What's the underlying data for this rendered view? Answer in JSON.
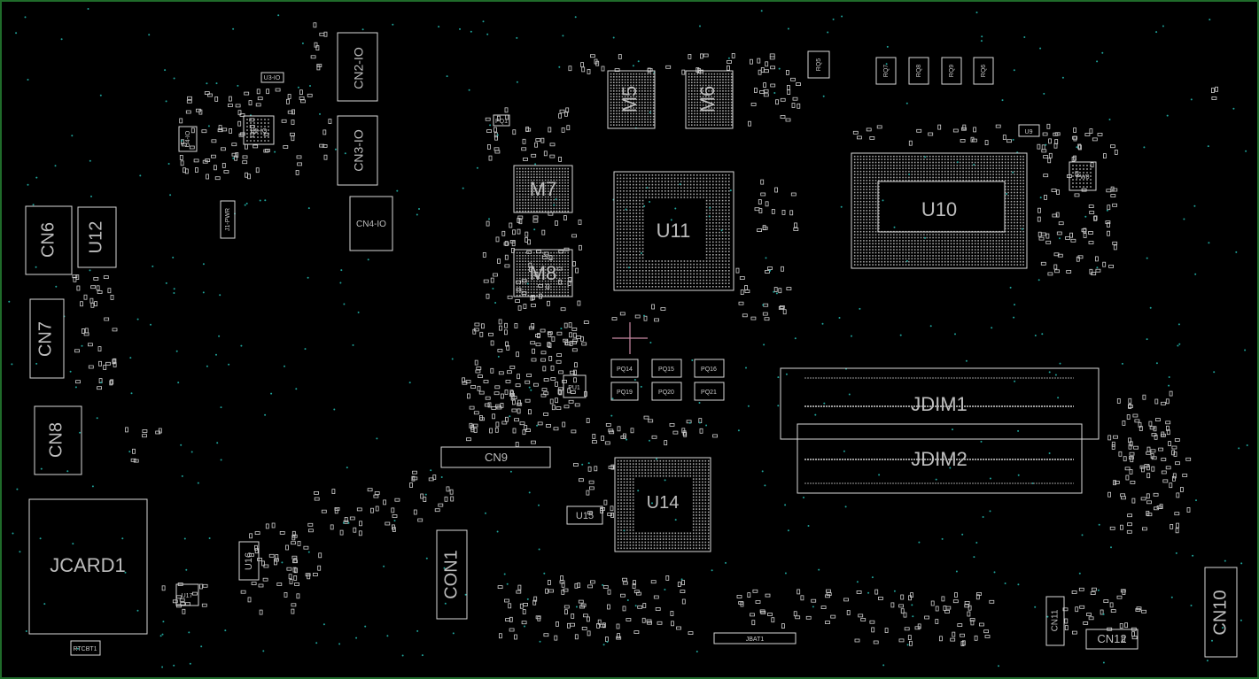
{
  "board": {
    "components": {
      "cn2_io": "CN2-IO",
      "cn3_io": "CN3-IO",
      "cn4_io": "CN4-IO",
      "u3_io": "U3-IO",
      "u5_io": "U5-IO",
      "u4_io": "U4-IO",
      "j1_pwr": "J1-PWR",
      "cn6": "CN6",
      "u12": "U12",
      "cn7": "CN7",
      "cn8": "CN8",
      "jcard1": "JCARD1",
      "rtcbt1": "RTCBT1",
      "u16": "U16",
      "u17": "U17",
      "m5": "M5",
      "m6": "M6",
      "m7": "M7",
      "m8": "M8",
      "u11": "U11",
      "u10": "U10",
      "u9": "U9",
      "pw8": "PW8",
      "rq5": "RQ5",
      "rq6": "RQ6",
      "rq7": "RQ7",
      "rq8": "RQ8",
      "rq9": "RQ9",
      "pq14": "PQ14",
      "pq15": "PQ15",
      "pq16": "PQ16",
      "pq19": "PQ19",
      "pq20": "PQ20",
      "pq21": "PQ21",
      "pu1": "PU1",
      "pq1": "PQ1",
      "cn9": "CN9",
      "con1": "CON1",
      "u14": "U14",
      "u15": "U15",
      "jdim1": "JDIM1",
      "jdim2": "JDIM2",
      "jbat1": "JBAT1",
      "cn10": "CN10",
      "cn11": "CN11",
      "cn12": "CN12"
    }
  }
}
